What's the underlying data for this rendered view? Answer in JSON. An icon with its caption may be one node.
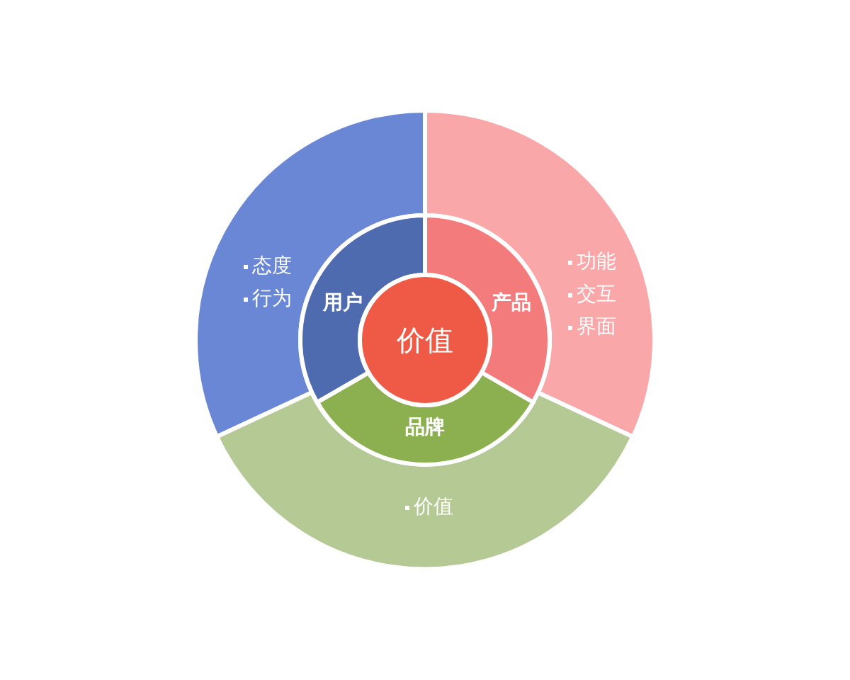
{
  "diagram": {
    "nodes": [
      {
        "text": [
          "态度",
          "行为"
        ]
      },
      {
        "text": [
          "用户"
        ]
      },
      {
        "text": [
          "价值"
        ]
      },
      {
        "text": [
          "产品"
        ]
      },
      {
        "text": [
          "功能",
          "交互",
          "界面"
        ]
      },
      {
        "text": [
          "品牌"
        ]
      },
      {
        "text": [
          "价值"
        ]
      }
    ]
  }
}
